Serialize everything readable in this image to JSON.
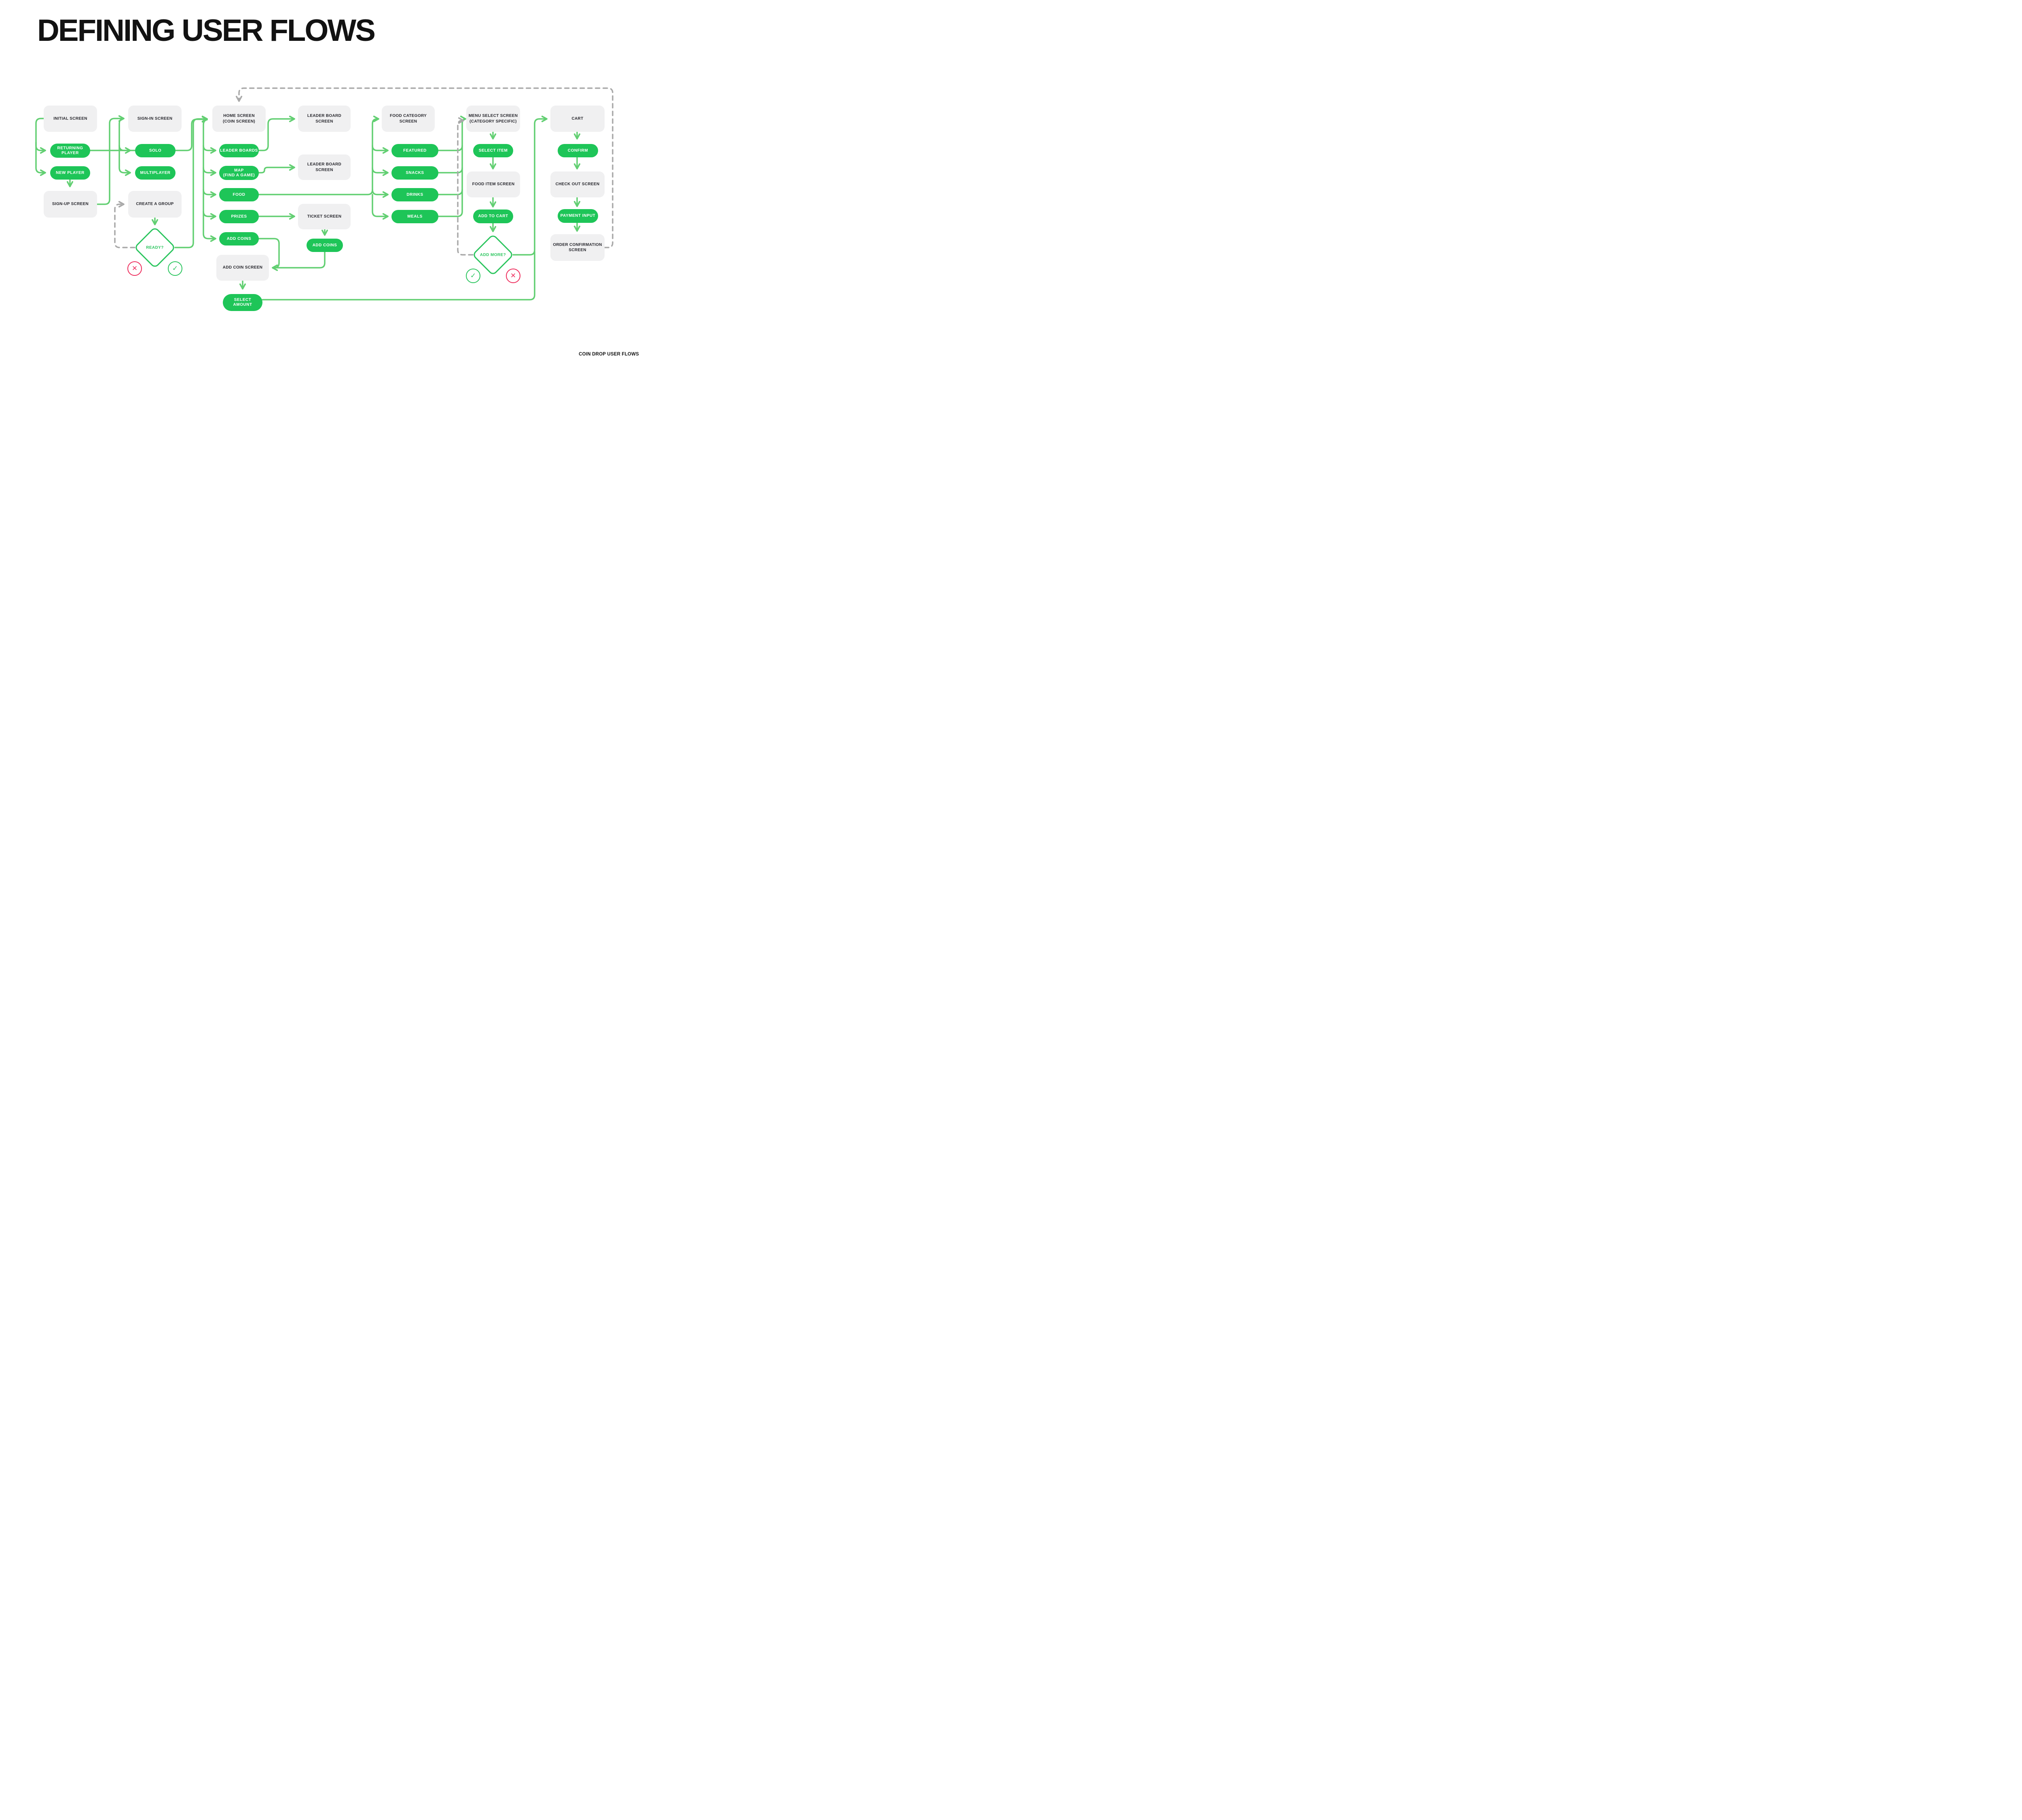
{
  "title": "DEFINING USER FLOWS",
  "footer": "COIN DROP USER FLOWS",
  "nodes": {
    "initial": "INITIAL SCREEN",
    "returning_player": "RETURNING\nPLAYER",
    "new_player": "NEW PLAYER",
    "sign_up": "SIGN-UP SCREEN",
    "sign_in": "SIGN-IN SCREEN",
    "solo": "SOLO",
    "multiplayer": "MULTIPLAYER",
    "create_group": "CREATE A GROUP",
    "ready": "READY?",
    "home": "HOME SCREEN\n(COIN SCREEN)",
    "leader_boards": "LEADER BOARDS",
    "map": "MAP\n(FIND A GAME)",
    "food": "FOOD",
    "prizes": "PRIZES",
    "add_coins": "ADD COINS",
    "leader_board_screen_1": "LEADER BOARD SCREEN",
    "leader_board_screen_2": "LEADER BOARD SCREEN",
    "ticket_screen": "TICKET SCREEN",
    "add_coins_2": "ADD COINS",
    "add_coin_screen": "ADD COIN SCREEN",
    "select_amount": "SELECT\nAMOUNT",
    "food_category": "FOOD CATEGORY SCREEN",
    "featured": "FEATURED",
    "snacks": "SNACKS",
    "drinks": "DRINKS",
    "meals": "MEALS",
    "menu_select": "MENU SELECT SCREEN\n(CATEGORY SPECIFIC)",
    "select_item": "SELECT ITEM",
    "food_item_screen": "FOOD ITEM SCREEN",
    "add_to_cart": "ADD TO CART",
    "add_more": "ADD MORE?",
    "cart": "CART",
    "confirm": "CONFIRM",
    "check_out": "CHECK OUT SCREEN",
    "payment_input": "PAYMENT INPUT",
    "order_confirmation": "ORDER CONFIRMATION\nSCREEN"
  },
  "icons": {
    "check": "✓",
    "cross": "✕"
  },
  "colors": {
    "pill_green": "#1ec558",
    "connector_green": "#62cf72",
    "outline_green": "#2bc55e",
    "cross_red": "#ee2d5d",
    "dashed_gray": "#a9a9a9",
    "screen_gray": "#f0f0f1"
  }
}
